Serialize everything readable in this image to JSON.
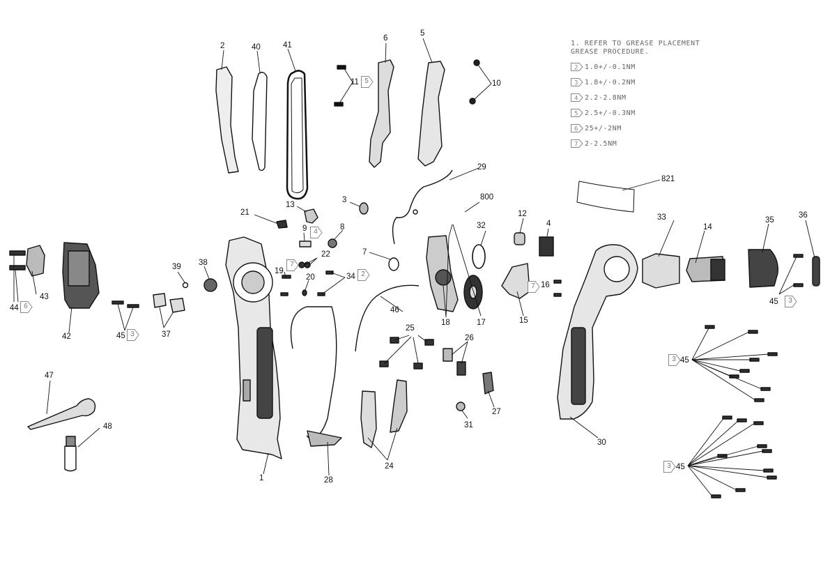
{
  "notes": {
    "title_line1": "1. REFER TO GREASE PLACEMENT",
    "title_line2": "GREASE PROCEDURE.",
    "specs": [
      {
        "key": "2",
        "value": "1.0+/-0.1NM"
      },
      {
        "key": "3",
        "value": "1.8+/-0.2NM"
      },
      {
        "key": "4",
        "value": "2.2-2.8NM"
      },
      {
        "key": "5",
        "value": "2.5+/-0.3NM"
      },
      {
        "key": "6",
        "value": "25+/-2NM"
      },
      {
        "key": "7",
        "value": "2-2.5NM"
      }
    ]
  },
  "callouts": {
    "c1": "1",
    "c2": "2",
    "c3": "3",
    "c4": "4",
    "c5": "5",
    "c6": "6",
    "c7a": "7",
    "c8": "8",
    "c9": "9",
    "c10": "10",
    "c11": "11",
    "c12": "12",
    "c13": "13",
    "c14": "14",
    "c15": "15",
    "c16": "16",
    "c17": "17",
    "c18": "18",
    "c19": "19",
    "c20": "20",
    "c21": "21",
    "c22": "22",
    "c24": "24",
    "c25": "25",
    "c26": "26",
    "c27": "27",
    "c28": "28",
    "c29": "29",
    "c30": "30",
    "c31": "31",
    "c32": "32",
    "c33": "33",
    "c34": "34",
    "c35": "35",
    "c36": "36",
    "c37": "37",
    "c38": "38",
    "c39": "39",
    "c40": "40",
    "c41": "41",
    "c42": "42",
    "c43": "43",
    "c44": "44",
    "c45a": "45",
    "c45b": "45",
    "c45c": "45",
    "c45d": "45",
    "c46": "46",
    "c47": "47",
    "c48": "48",
    "c800": "800",
    "c821": "821"
  },
  "torque_tags": {
    "t11": "5",
    "t9": "4",
    "t19": "7",
    "t34": "2",
    "t16": "7",
    "t44": "6",
    "t45a": "3",
    "t45b": "3",
    "t45c": "3",
    "t45d": "3"
  }
}
